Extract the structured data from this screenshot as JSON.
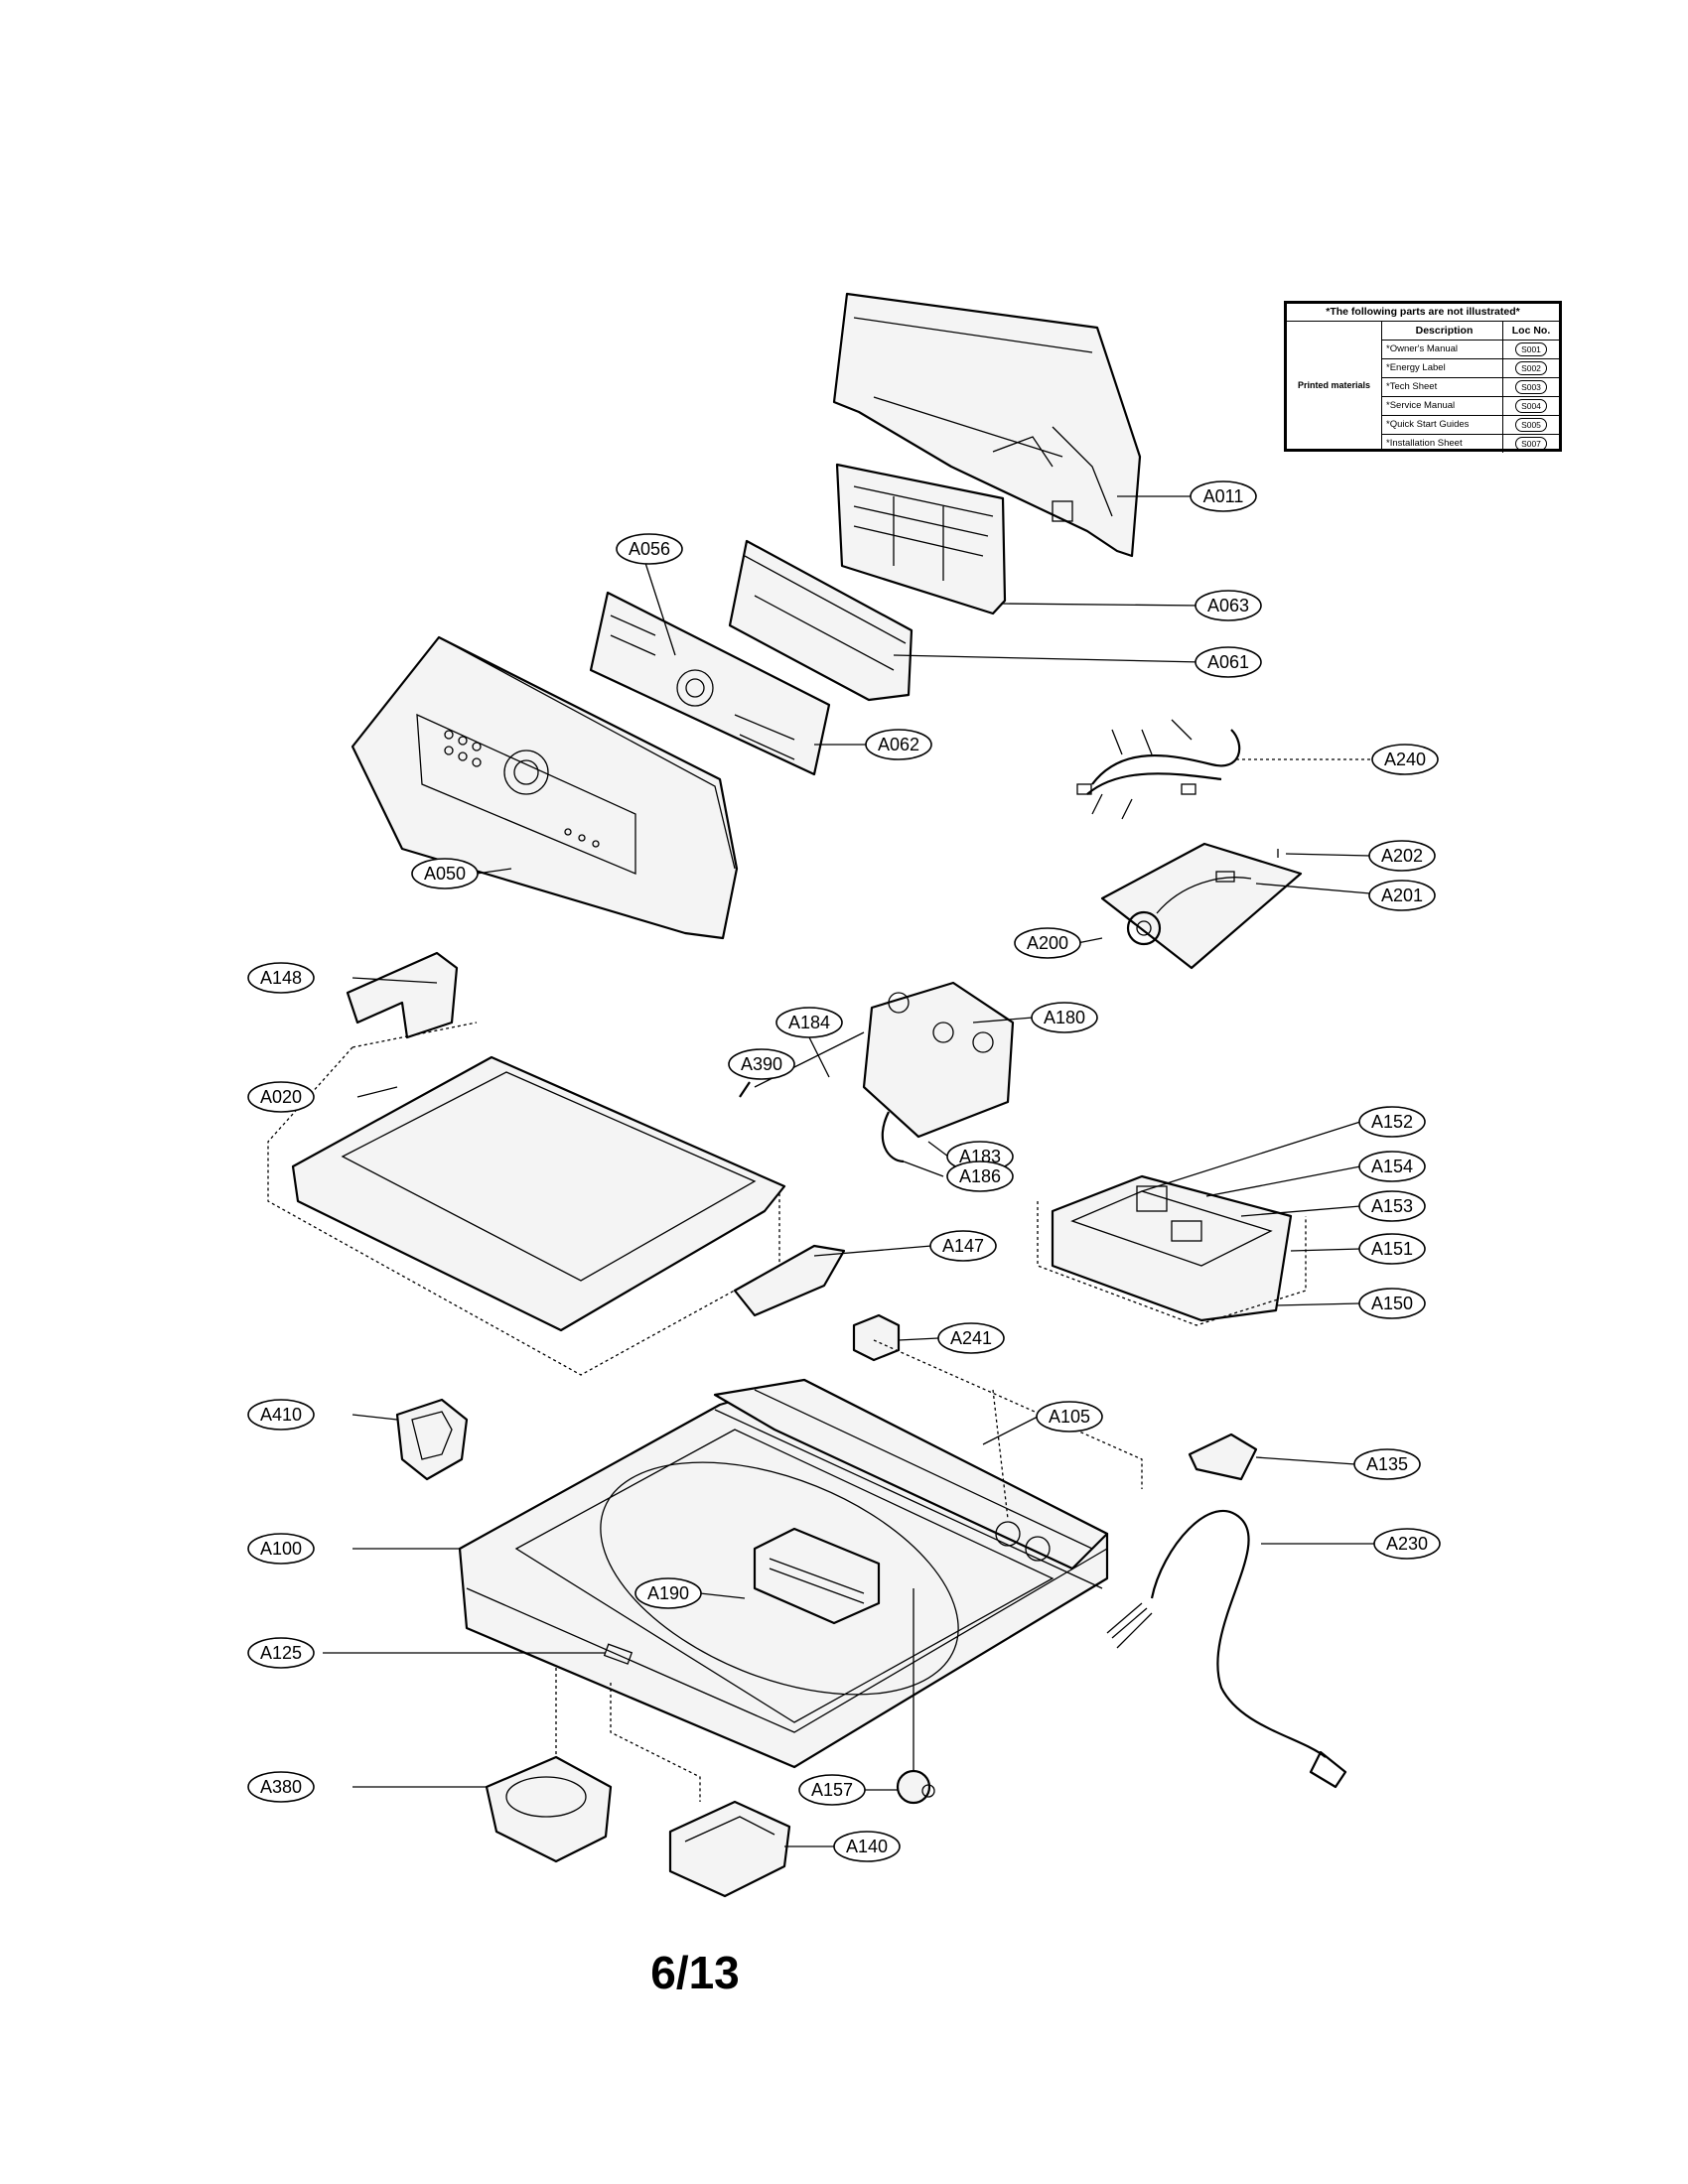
{
  "diagram": {
    "callouts": [
      "A011",
      "A063",
      "A056",
      "A061",
      "A062",
      "A240",
      "A050",
      "A202",
      "A201",
      "A200",
      "A148",
      "A184",
      "A180",
      "A390",
      "A020",
      "A183",
      "A186",
      "A152",
      "A154",
      "A153",
      "A151",
      "A147",
      "A150",
      "A241",
      "A410",
      "A105",
      "A135",
      "A100",
      "A230",
      "A190",
      "A125",
      "A380",
      "A157",
      "A140"
    ]
  },
  "not_illustrated_table": {
    "title": "*The following parts are not illustrated*",
    "headers": {
      "description": "Description",
      "loc_no": "Loc No."
    },
    "group_label": "Printed materials",
    "rows": [
      {
        "description": "*Owner's Manual",
        "loc": "S001"
      },
      {
        "description": "*Energy Label",
        "loc": "S002"
      },
      {
        "description": "*Tech Sheet",
        "loc": "S003"
      },
      {
        "description": "*Service Manual",
        "loc": "S004"
      },
      {
        "description": "*Quick Start Guides",
        "loc": "S005"
      },
      {
        "description": "*Installation Sheet",
        "loc": "S007"
      }
    ]
  },
  "page_number": "6/13"
}
